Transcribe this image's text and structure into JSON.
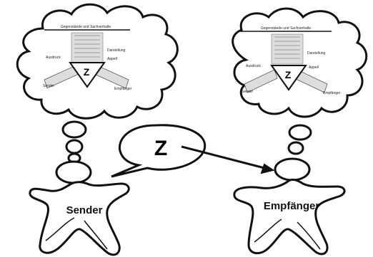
{
  "labels": {
    "sender": "Sender",
    "receiver": "Empfänger",
    "sign": "Z"
  },
  "organon": {
    "top": "Gegenstände und Sachverhalte",
    "representation": "Darstellung",
    "expression": "Ausdruck",
    "appeal": "Appell",
    "sender": "Sender",
    "receiver": "Empfänger",
    "sign": "Z"
  }
}
